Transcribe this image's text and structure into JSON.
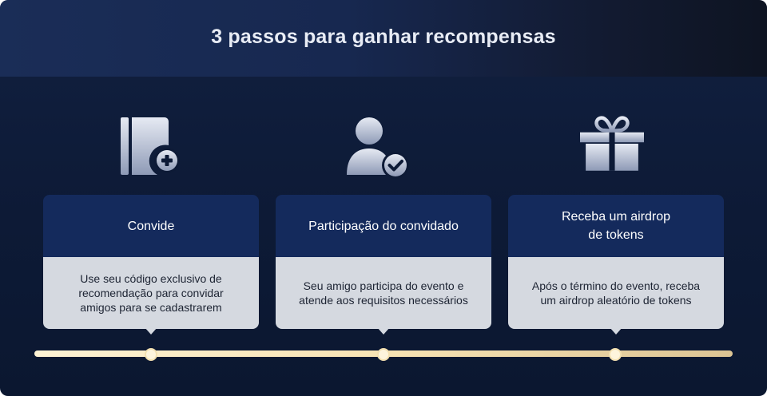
{
  "title": "3 passos para ganhar recompensas",
  "colors": {
    "background": "#0d1a36",
    "header": "#1a2d57",
    "card_header": "#142a5c",
    "card_body": "#d5d9e0",
    "timeline": "#f7e3b4"
  },
  "steps": [
    {
      "icon": "add-contact-book-icon",
      "heading": "Convide",
      "description": "Use seu código exclusivo de recomendação para convidar amigos para se cadastrarem"
    },
    {
      "icon": "user-check-icon",
      "heading": "Participação do convidado",
      "description": "Seu amigo participa do evento e atende aos requisitos necessários"
    },
    {
      "icon": "gift-icon",
      "heading": "Receba um airdrop\nde tokens",
      "description": "Após o término do evento, receba um airdrop aleatório de tokens"
    }
  ]
}
